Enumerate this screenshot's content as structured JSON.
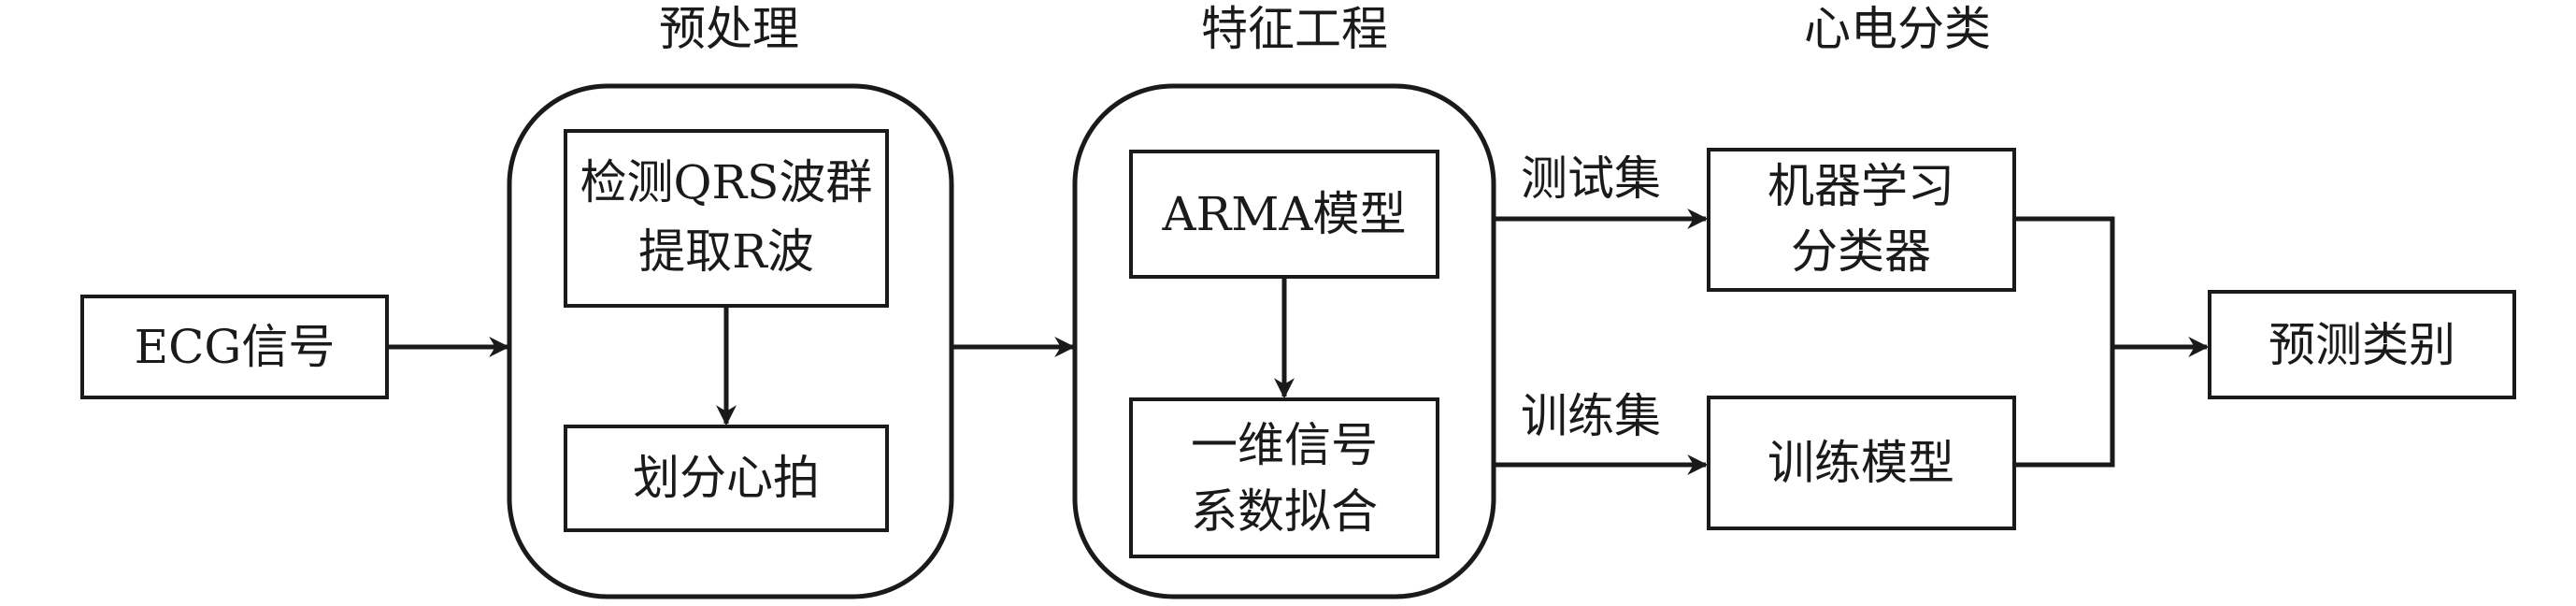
{
  "stage_headers": {
    "preprocessing": "预处理",
    "feature_engineering": "特征工程",
    "ecg_classification": "心电分类"
  },
  "nodes": {
    "ecg_signal": "ECG信号",
    "qrs_detect": [
      "检测QRS波群",
      "提取R波"
    ],
    "beat_segment": "划分心拍",
    "arma_model": "ARMA模型",
    "signal_fit": [
      "一维信号",
      "系数拟合"
    ],
    "ml_classifier": [
      "机器学习",
      "分类器"
    ],
    "train_model": "训练模型",
    "predict_class": "预测类别"
  },
  "edge_labels": {
    "test_set": "测试集",
    "train_set": "训练集"
  }
}
